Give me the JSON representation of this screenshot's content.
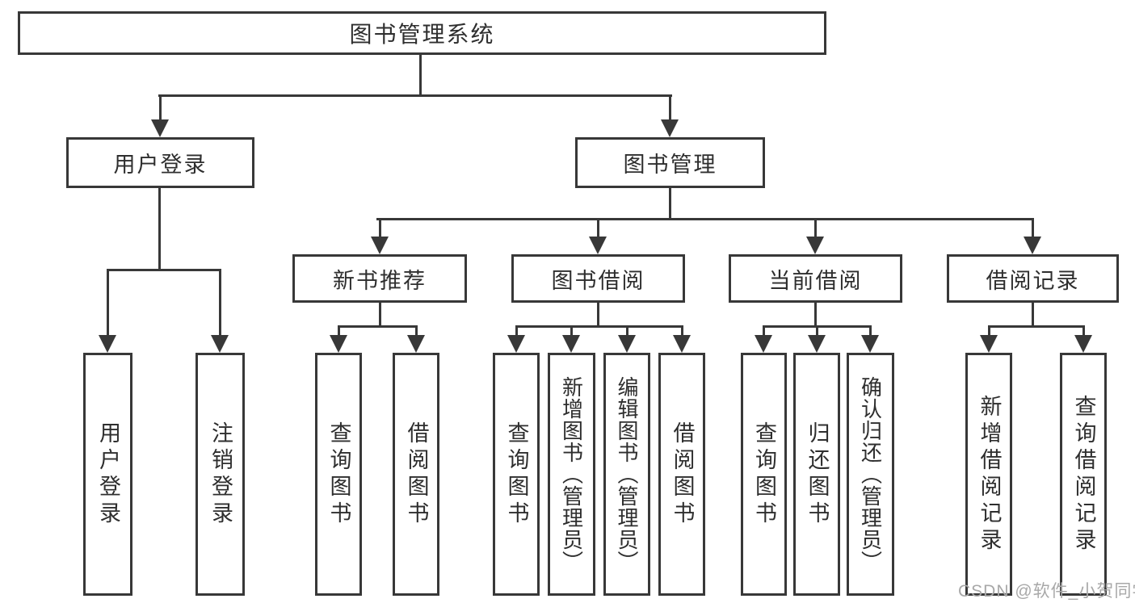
{
  "diagram_type": "org-chart",
  "title": "图书管理系统",
  "tree": {
    "label": "图书管理系统",
    "children": [
      {
        "label": "用户登录",
        "children": [
          {
            "label": "用户登录"
          },
          {
            "label": "注销登录"
          }
        ]
      },
      {
        "label": "图书管理",
        "children": [
          {
            "label": "新书推荐",
            "children": [
              {
                "label": "查询图书"
              },
              {
                "label": "借阅图书"
              }
            ]
          },
          {
            "label": "图书借阅",
            "children": [
              {
                "label": "查询图书"
              },
              {
                "label": "新增图书（管理员）"
              },
              {
                "label": "编辑图书（管理员）"
              },
              {
                "label": "借阅图书"
              }
            ]
          },
          {
            "label": "当前借阅",
            "children": [
              {
                "label": "查询图书"
              },
              {
                "label": "归还图书"
              },
              {
                "label": "确认归还（管理员）"
              }
            ]
          },
          {
            "label": "借阅记录",
            "children": [
              {
                "label": "新增借阅记录"
              },
              {
                "label": "查询借阅记录"
              }
            ]
          }
        ]
      }
    ]
  },
  "watermark": {
    "text": "CSDN @软件_小贺同学"
  },
  "colors": {
    "line": "#383838",
    "text": "#2e2e2e",
    "background": "#ffffff",
    "watermark": "#a8a8a8"
  }
}
